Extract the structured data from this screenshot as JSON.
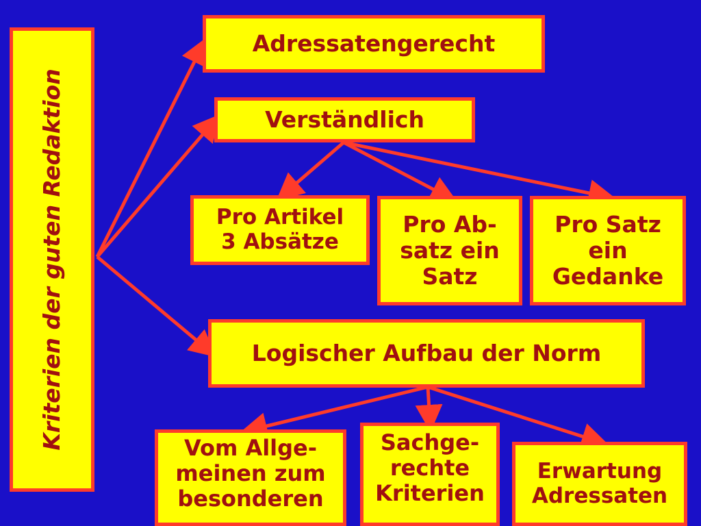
{
  "root": {
    "label": "Kriterien der guten Redaktion"
  },
  "nodes": {
    "adressatengerecht": {
      "label": "Adressatengerecht"
    },
    "verstaendlich": {
      "label": "Verständlich"
    },
    "pro_artikel": {
      "line1": "Pro Artikel",
      "line2": "3 Absätze"
    },
    "pro_absatz": {
      "line1": "Pro Ab-",
      "line2": "satz ein",
      "line3": "Satz"
    },
    "pro_satz": {
      "line1": "Pro Satz",
      "line2": "ein",
      "line3": "Gedanke"
    },
    "logischer_aufbau": {
      "label": "Logischer Aufbau der Norm"
    },
    "vom_allgemeinen": {
      "line1": "Vom Allge-",
      "line2": "meinen zum",
      "line3": "besonderen"
    },
    "sachgerechte": {
      "line1": "Sachge-",
      "line2": "rechte",
      "line3": "Kriterien"
    },
    "erwartung": {
      "line1": "Erwartung",
      "line2": "Adressaten"
    }
  },
  "colors": {
    "background": "#1a10c8",
    "box_fill": "#ffff00",
    "border": "#ff3b2a",
    "text": "#a01010"
  }
}
